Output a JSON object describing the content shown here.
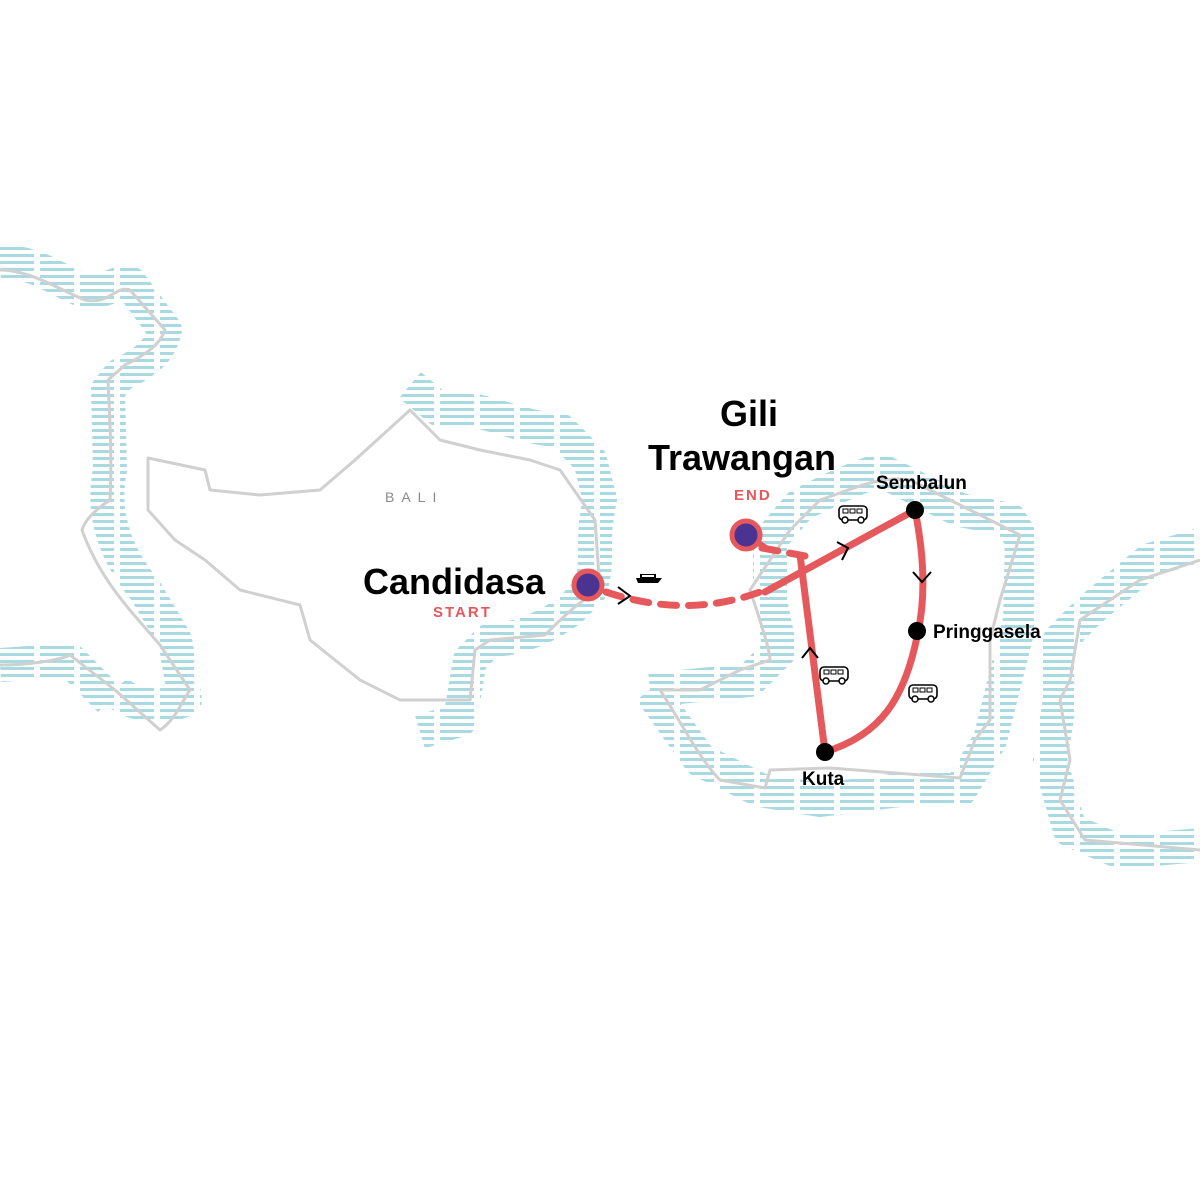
{
  "map": {
    "region_labels": [
      {
        "name": "BALI"
      }
    ],
    "start": {
      "name": "Candidasa",
      "tag": "START"
    },
    "end": {
      "name_line1": "Gili",
      "name_line2": "Trawangan",
      "tag": "END"
    },
    "stops": [
      {
        "name": "Sembalun"
      },
      {
        "name": "Pringgasela"
      },
      {
        "name": "Kuta"
      }
    ],
    "transport_icons": [
      "boat-icon",
      "bus-icon",
      "bus-icon",
      "bus-icon"
    ],
    "colors": {
      "route": "#e5585c",
      "start_end_fill": "#4b3392",
      "stop_fill": "#000000",
      "coast": "#d0d0d0",
      "water": "#9fd6df"
    }
  }
}
